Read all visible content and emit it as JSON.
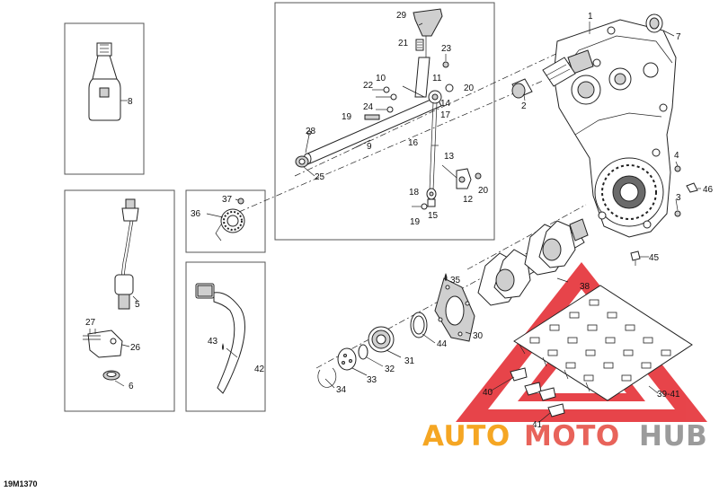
{
  "diagram_code": "19M1370",
  "callouts": {
    "c1": "1",
    "c2": "2",
    "c3": "3",
    "c4": "4",
    "c5": "5",
    "c6": "6",
    "c7": "7",
    "c8": "8",
    "c9": "9",
    "c10": "10",
    "c11": "11",
    "c12": "12",
    "c13": "13",
    "c14": "14",
    "c15": "15",
    "c16": "16",
    "c17": "17",
    "c18": "18",
    "c19a": "19",
    "c19b": "19",
    "c20a": "20",
    "c20b": "20",
    "c21": "21",
    "c22": "22",
    "c23": "23",
    "c24": "24",
    "c25": "25",
    "c26": "26",
    "c27": "27",
    "c28": "28",
    "c29": "29",
    "c30": "30",
    "c31": "31",
    "c32": "32",
    "c33": "33",
    "c34": "34",
    "c35": "35",
    "c36": "36",
    "c37": "37",
    "c38": "38",
    "c3941": "39-41",
    "c40": "40",
    "c41": "41",
    "c42": "42",
    "c43": "43",
    "c44": "44",
    "c45": "45",
    "c46": "46"
  },
  "watermark": {
    "auto": "AUTO",
    "moto": "MOTO",
    "hub": "HUB",
    "colors": {
      "auto": "#f5a623",
      "moto": "#e8635a",
      "hub": "#9b9b9b",
      "triangle": "#e3242b"
    }
  }
}
